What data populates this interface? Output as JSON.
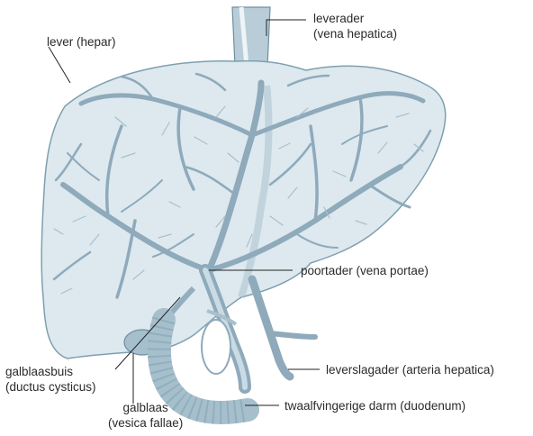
{
  "labels": {
    "lever": {
      "text": "lever (hepar)"
    },
    "leverader": {
      "line1": "leverader",
      "line2": "(vena hepatica)"
    },
    "poortader": {
      "text": "poortader (vena portae)"
    },
    "galblaasbuis": {
      "line1": "galblaasbuis",
      "line2": "(ductus cysticus)"
    },
    "galblaas": {
      "line1": "galblaas",
      "line2": "(vesica fallae)"
    },
    "leverslagader": {
      "text": "leverslagader (arteria hepatica)"
    },
    "twaalfvingerige": {
      "text": "twaalfvingerige darm (duodenum)"
    }
  },
  "colors": {
    "liver_fill": "#dde9ef",
    "liver_edge": "#7f9fb0",
    "vessel": "#8eaabb",
    "vessel_light": "#c9dbe4",
    "leader": "#222222"
  }
}
